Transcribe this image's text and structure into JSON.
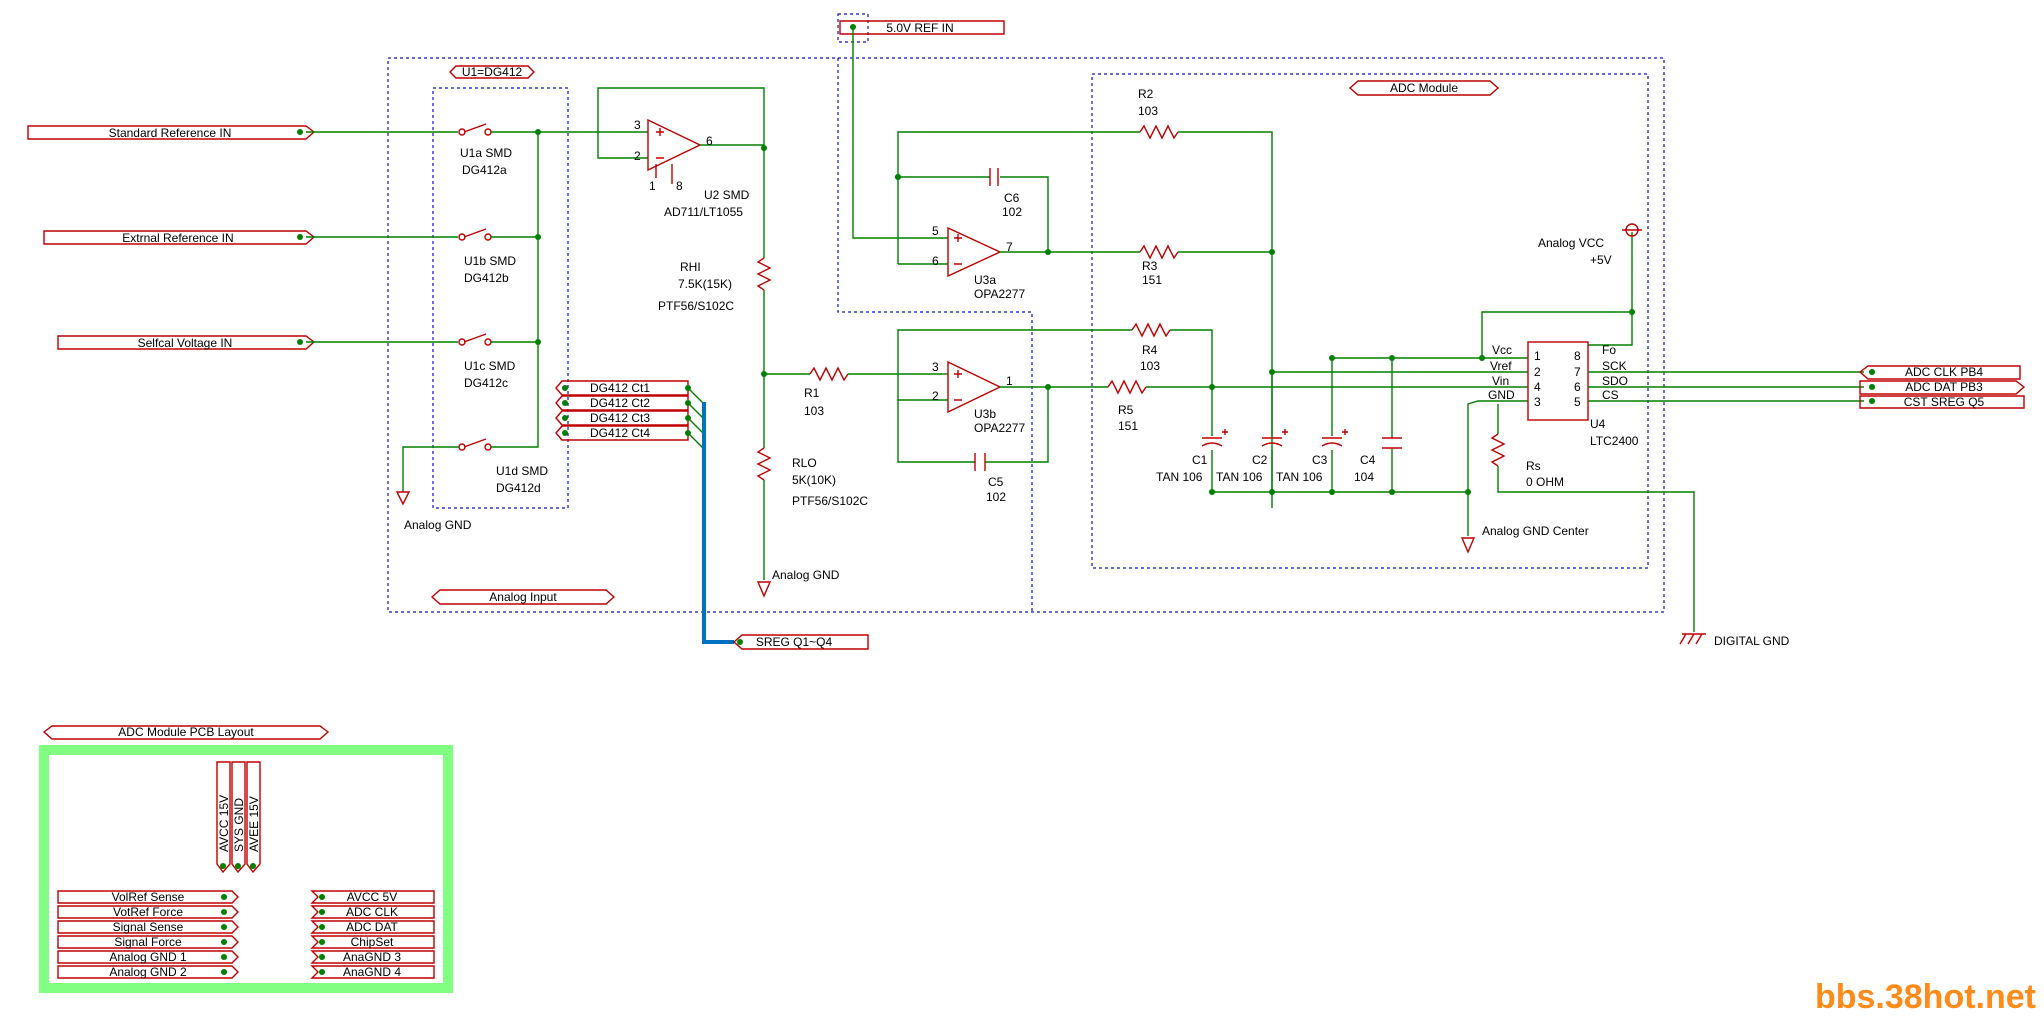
{
  "inputs": {
    "std_ref": "Standard Reference IN",
    "ext_ref": "Extrnal Reference IN",
    "selfcal": "Selfcal Voltage IN",
    "ref5v": "5.0V REF IN"
  },
  "blocks": {
    "u1_label": "U1=DG412",
    "analog_input": "Analog Input",
    "adc_module": "ADC Module",
    "pcb_layout": "ADC Module PCB Layout"
  },
  "switches": [
    {
      "name": "U1a SMD",
      "part": "DG412a"
    },
    {
      "name": "U1b  SMD",
      "part": "DG412b"
    },
    {
      "name": "U1c  SMD",
      "part": "DG412c"
    },
    {
      "name": "U1d  SMD",
      "part": "DG412d"
    }
  ],
  "controls": [
    "DG412 Ct1",
    "DG412 Ct2",
    "DG412 Ct3",
    "DG412 Ct4"
  ],
  "sreg": "SREG Q1~Q4",
  "u2": {
    "name": "U2 SMD",
    "part": "AD711/LT1055",
    "pins": [
      "3",
      "2",
      "6",
      "1",
      "8"
    ]
  },
  "rhi": {
    "name": "RHI",
    "value": "7.5K(15K)",
    "part": "PTF56/S102C"
  },
  "rlo": {
    "name": "RLO",
    "value": "5K(10K)",
    "part": "PTF56/S102C"
  },
  "r1": {
    "name": "R1",
    "value": "103"
  },
  "r2": {
    "name": "R2",
    "value": "103"
  },
  "r3": {
    "name": "R3",
    "value": "151"
  },
  "r4": {
    "name": "R4",
    "value": "103"
  },
  "r5": {
    "name": "R5",
    "value": "151"
  },
  "c5": {
    "name": "C5",
    "value": "102"
  },
  "c6": {
    "name": "C6",
    "value": "102"
  },
  "u3a": {
    "name": "U3a",
    "part": "OPA2277",
    "pins": [
      "5",
      "6",
      "7"
    ]
  },
  "u3b": {
    "name": "U3b",
    "part": "OPA2277",
    "pins": [
      "3",
      "2",
      "1"
    ]
  },
  "caps": [
    {
      "name": "C1",
      "value": "TAN 106"
    },
    {
      "name": "C2",
      "value": "TAN 106"
    },
    {
      "name": "C3",
      "value": "TAN 106"
    },
    {
      "name": "C4",
      "value": "104"
    }
  ],
  "u4": {
    "name": "U4",
    "part": "LTC2400",
    "left_pins": [
      {
        "num": "1",
        "name": "Vcc"
      },
      {
        "num": "2",
        "name": "Vref"
      },
      {
        "num": "4",
        "name": "Vin"
      },
      {
        "num": "3",
        "name": "GND"
      }
    ],
    "right_pins": [
      {
        "num": "8",
        "name": "Fo"
      },
      {
        "num": "7",
        "name": "SCK"
      },
      {
        "num": "6",
        "name": "SDO"
      },
      {
        "num": "5",
        "name": "CS"
      }
    ]
  },
  "rs": {
    "name": "Rs",
    "value": "0 OHM"
  },
  "power": {
    "analog_vcc": "Analog VCC",
    "plus5v": "+5V",
    "analog_gnd": "Analog GND",
    "analog_gnd_center": "Analog GND Center",
    "digital_gnd": "DIGITAL GND"
  },
  "outputs": [
    "ADC CLK PB4",
    "ADC DAT PB3",
    "CST SREG Q5"
  ],
  "pcb": {
    "top_ports": [
      "AVCC 15V",
      "SYS GND",
      "AVEE 15V"
    ],
    "left_ports": [
      "VolRef Sense",
      "VotRef Force",
      "Signal Sense",
      "Signal Force",
      "Analog GND 1",
      "Analog GND 2"
    ],
    "right_ports": [
      "AVCC 5V",
      "ADC CLK",
      "ADC DAT",
      "ChipSet",
      "AnaGND 3",
      "AnaGND 4"
    ]
  },
  "watermark": "bbs.38hot.net",
  "colors": {
    "wire": "#008000",
    "component": "#c00000",
    "block_border": "#1010c0",
    "bus": "#0070c0",
    "pcb_border": "#80ff80",
    "watermark": "#ff8c1a"
  }
}
